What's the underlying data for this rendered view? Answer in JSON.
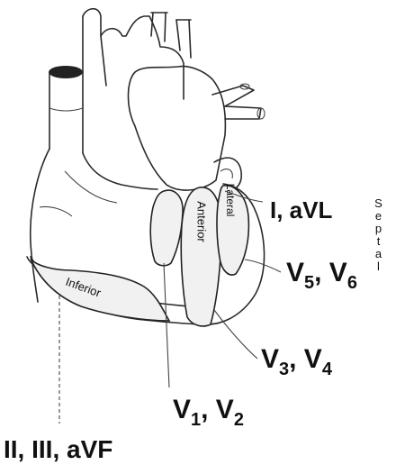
{
  "regions": {
    "septal": "Septal",
    "anterior": "Anterior",
    "lateral": "Lateral",
    "inferior": "Inferior"
  },
  "leads": {
    "lateral_high": "I, aVL",
    "lateral_low_v": "V",
    "lateral_low_sub1": "5",
    "lateral_low_sep": ", V",
    "lateral_low_sub2": "6",
    "anterior_v": "V",
    "anterior_sub1": "3",
    "anterior_sep": ", V",
    "anterior_sub2": "4",
    "septal_v": "V",
    "septal_sub1": "1",
    "septal_sep": ", V",
    "septal_sub2": "2",
    "inferior": "II, III, aVF"
  },
  "colors": {
    "ink": "#111111",
    "outline": "#2a2a2a",
    "region_fill": "#f1f1f1"
  }
}
